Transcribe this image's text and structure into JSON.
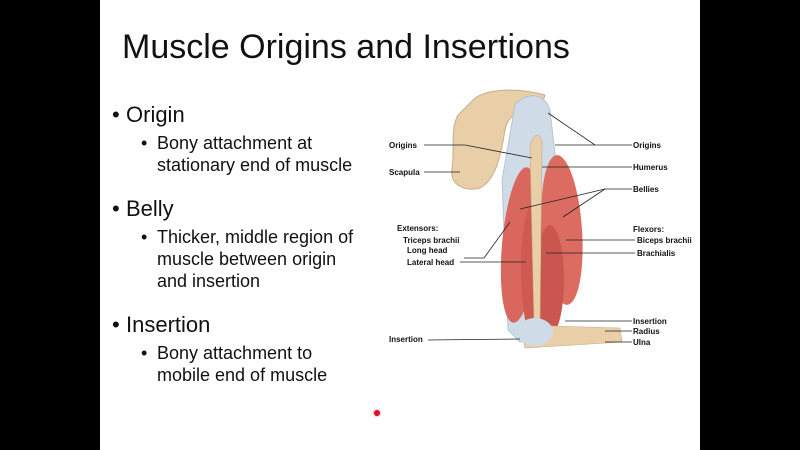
{
  "slide": {
    "title": "Muscle Origins and Insertions",
    "bullets": [
      {
        "label": "Origin",
        "sub": "Bony attachment at\nstationary end of muscle"
      },
      {
        "label": "Belly",
        "sub": "Thicker, middle region of\nmuscle between origin\nand insertion"
      },
      {
        "label": "Insertion",
        "sub": "Bony attachment to\nmobile end of muscle"
      }
    ],
    "bullet_glyph": "•"
  },
  "diagram": {
    "left_labels": {
      "origins": "Origins",
      "scapula": "Scapula",
      "extensors": "Extensors:",
      "triceps": "Triceps brachii",
      "long_head": "Long head",
      "lateral_head": "Lateral head",
      "insertion": "Insertion"
    },
    "right_labels": {
      "origins": "Origins",
      "humerus": "Humerus",
      "bellies": "Bellies",
      "flexors": "Flexors:",
      "biceps": "Biceps brachii",
      "brachialis": "Brachialis",
      "insertion": "Insertion",
      "radius": "Radius",
      "ulna": "Ulna"
    },
    "colors": {
      "muscle": "#d9675e",
      "bone": "#e8cfa8",
      "tendon": "#cfdbe6"
    }
  }
}
